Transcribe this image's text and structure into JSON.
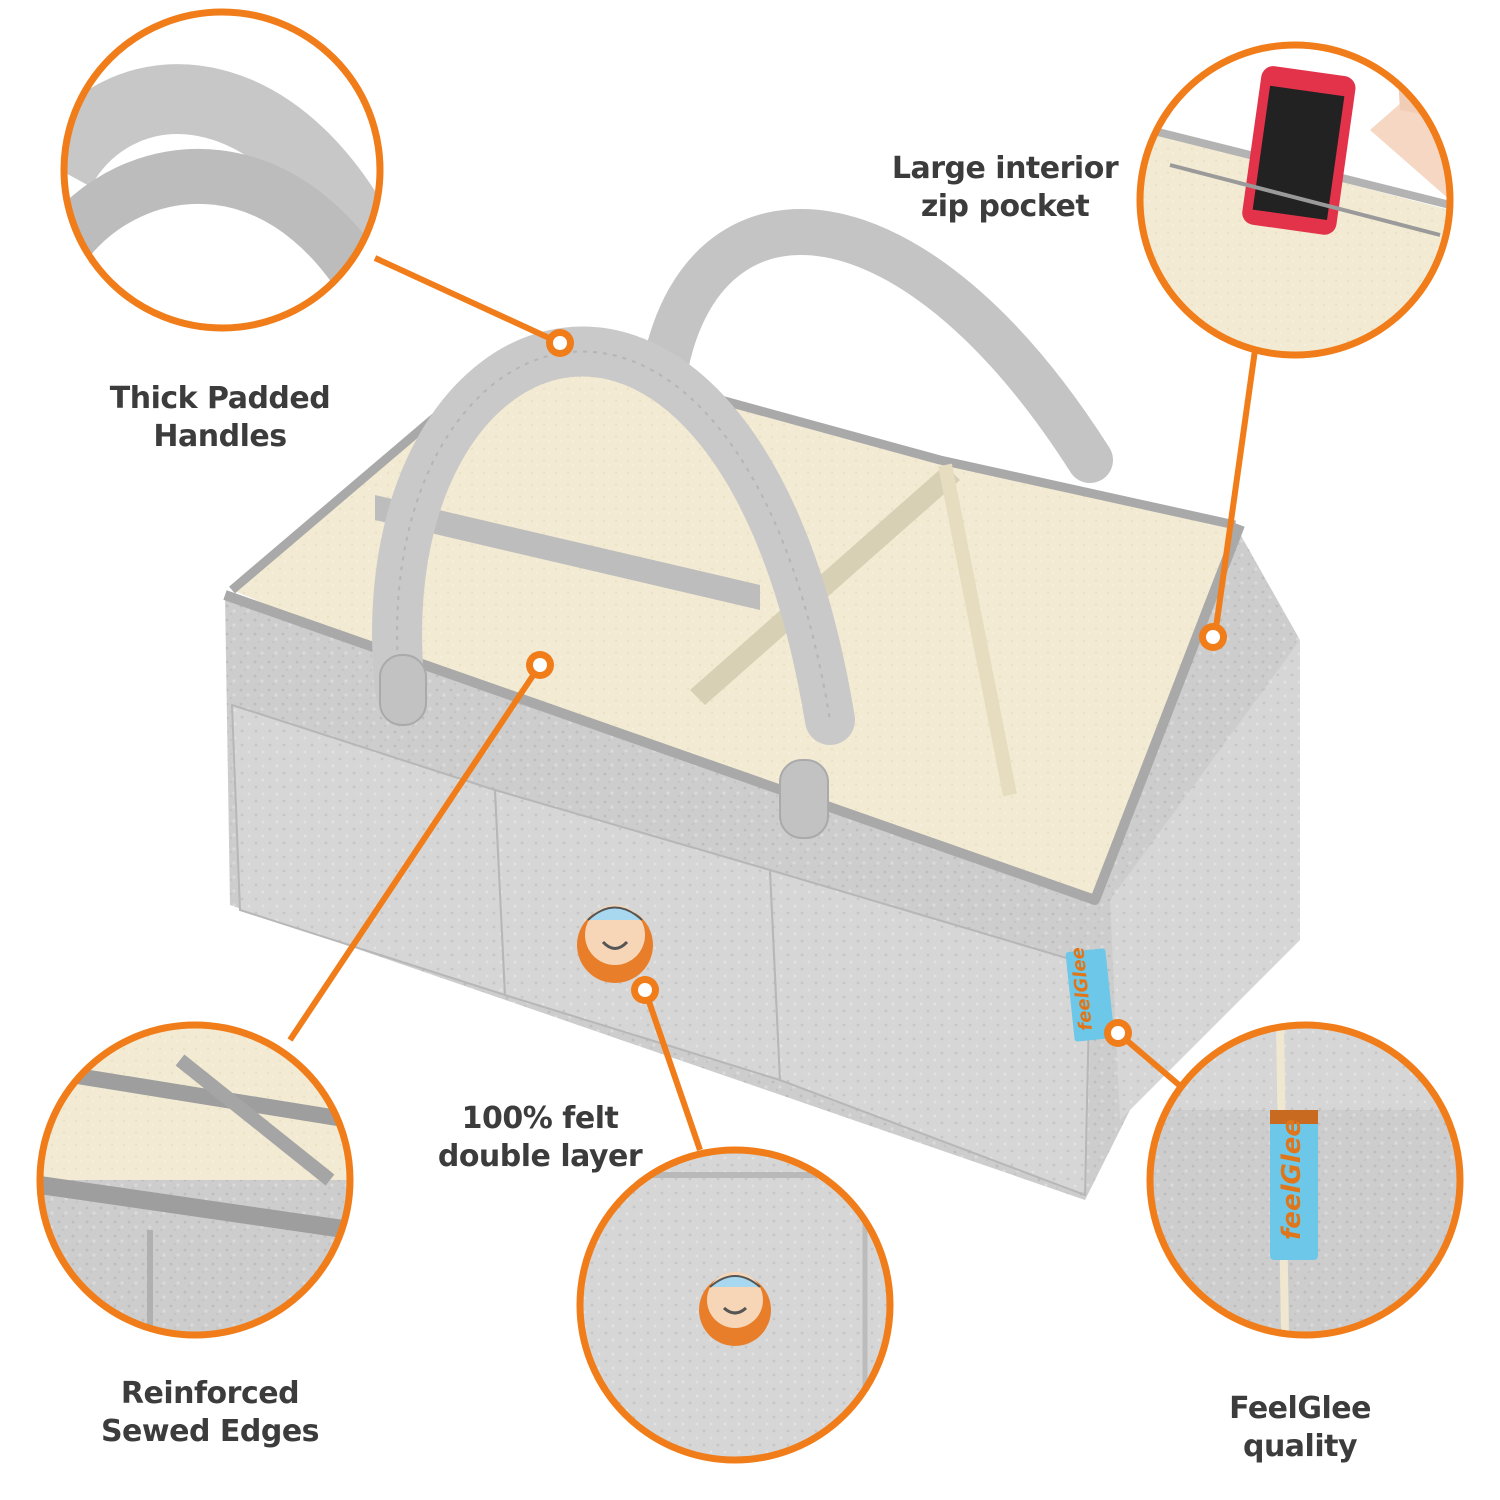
{
  "callouts": {
    "handles": {
      "line1": "Thick Padded",
      "line2": "Handles"
    },
    "pocket": {
      "line1": "Large interior",
      "line2": "zip pocket"
    },
    "felt": {
      "line1": "100% felt",
      "line2": "double layer"
    },
    "edges": {
      "line1": "Reinforced",
      "line2": "Sewed Edges"
    },
    "quality": {
      "line1": "FeelGlee",
      "line2": "quality"
    }
  },
  "brand_tag": "feelGlee",
  "colors": {
    "accent": "#f07d1a",
    "felt_gray": "#cfcfcf",
    "felt_inner": "#f3ecd6",
    "text": "#3c3c3c",
    "tag_blue": "#6cc7e8"
  }
}
